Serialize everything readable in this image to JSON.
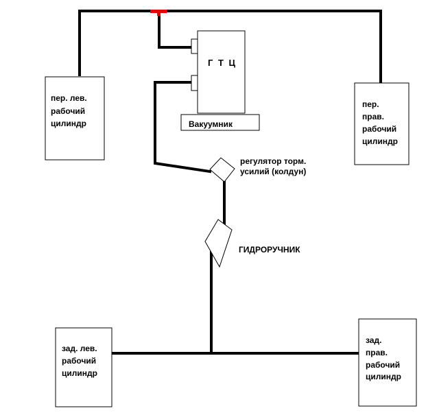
{
  "colors": {
    "line": "#000000",
    "tee": "#e60000",
    "background": "#ffffff"
  },
  "blocks": {
    "gtc": "Г Т Ц",
    "vacuum": "Вакуумник",
    "front_left": [
      "пер. лев.",
      "рабочий",
      "цилиндр"
    ],
    "front_right": [
      "пер.",
      "прав.",
      "рабочий",
      "цилиндр"
    ],
    "rear_left": [
      "зад. лев.",
      "рабочий",
      "цилиндр"
    ],
    "rear_right": [
      "зад.",
      "прав.",
      "рабочий",
      "цилиндр"
    ]
  },
  "labels": {
    "regulator": [
      "регулятор торм.",
      "усилий (колдун)"
    ],
    "handbrake": "ГИДРОРУЧНИК"
  }
}
